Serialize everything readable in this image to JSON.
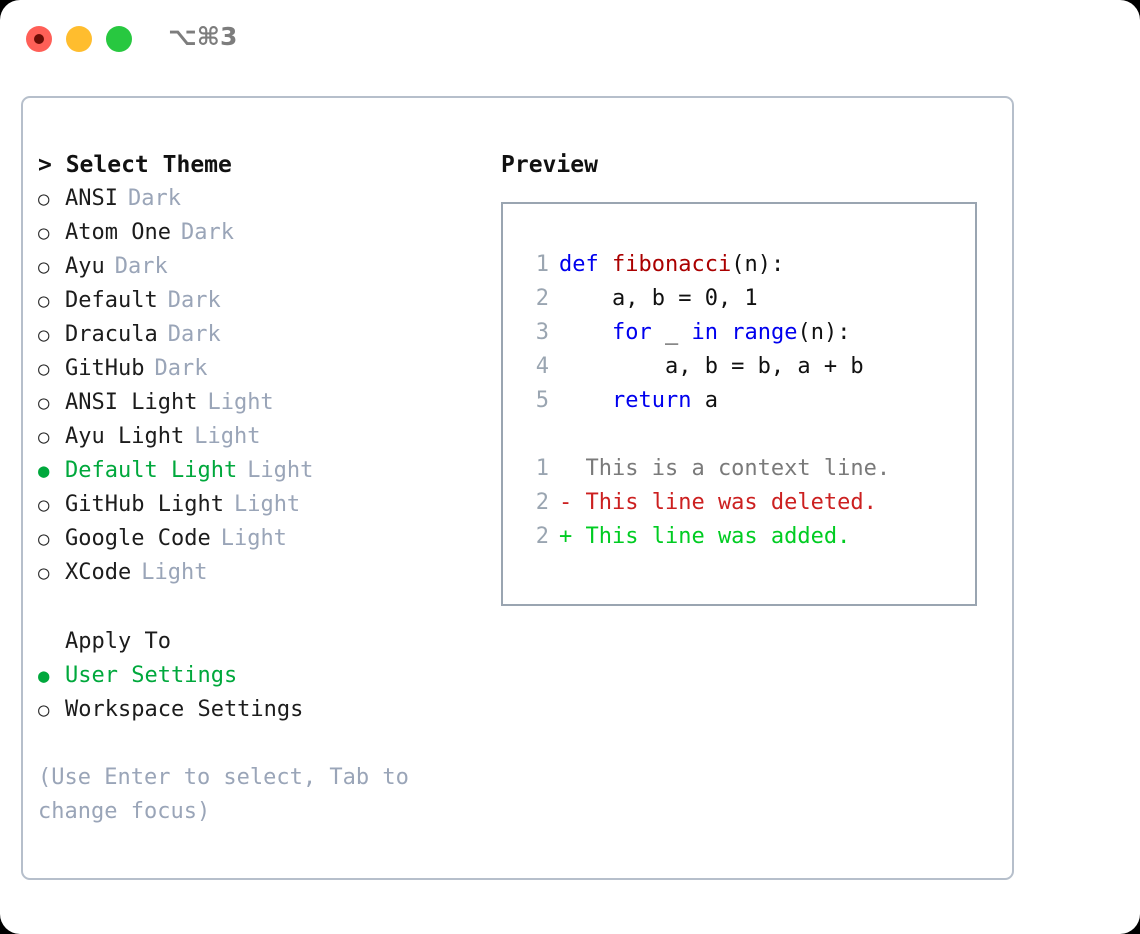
{
  "titlebar": {
    "shortcut": "⌥⌘3",
    "buttons": {
      "close": "close-dot",
      "minimize": "minimize-dot",
      "maximize": "maximize-dot"
    }
  },
  "theme_panel": {
    "heading": "> Select Theme",
    "selected_marker": "●",
    "unselected_marker": "○",
    "selected_color": "#00a83c",
    "tag_color": "#9aa5b8",
    "items": [
      {
        "marker": "○",
        "name": "ANSI",
        "tag": "Dark",
        "selected": false
      },
      {
        "marker": "○",
        "name": "Atom One",
        "tag": "Dark",
        "selected": false
      },
      {
        "marker": "○",
        "name": "Ayu",
        "tag": "Dark",
        "selected": false
      },
      {
        "marker": "○",
        "name": "Default",
        "tag": "Dark",
        "selected": false
      },
      {
        "marker": "○",
        "name": "Dracula",
        "tag": "Dark",
        "selected": false
      },
      {
        "marker": "○",
        "name": "GitHub",
        "tag": "Dark",
        "selected": false
      },
      {
        "marker": "○",
        "name": "ANSI Light",
        "tag": "Light",
        "selected": false
      },
      {
        "marker": "○",
        "name": "Ayu Light",
        "tag": "Light",
        "selected": false
      },
      {
        "marker": "●",
        "name": "Default Light",
        "tag": "Light",
        "selected": true
      },
      {
        "marker": "○",
        "name": "GitHub Light",
        "tag": "Light",
        "selected": false
      },
      {
        "marker": "○",
        "name": "Google Code",
        "tag": "Light",
        "selected": false
      },
      {
        "marker": "○",
        "name": "XCode",
        "tag": "Light",
        "selected": false
      }
    ]
  },
  "apply_to": {
    "heading": "Apply To",
    "options": [
      {
        "marker": "●",
        "label": "User Settings",
        "selected": true
      },
      {
        "marker": "○",
        "label": "Workspace Settings",
        "selected": false
      }
    ]
  },
  "hint": "(Use Enter to select, Tab to change focus)",
  "preview": {
    "heading": "Preview",
    "code_lines": [
      {
        "num": "1",
        "tokens": [
          {
            "t": "def ",
            "c": "kw"
          },
          {
            "t": "fibonacci",
            "c": "fn"
          },
          {
            "t": "(n):",
            "c": "plain"
          }
        ]
      },
      {
        "num": "2",
        "tokens": [
          {
            "t": "    a, b = 0, 1",
            "c": "plain"
          }
        ]
      },
      {
        "num": "3",
        "tokens": [
          {
            "t": "    ",
            "c": "plain"
          },
          {
            "t": "for",
            "c": "kw"
          },
          {
            "t": " _ ",
            "c": "plain"
          },
          {
            "t": "in ",
            "c": "kw"
          },
          {
            "t": "range",
            "c": "kw"
          },
          {
            "t": "(n):",
            "c": "plain"
          }
        ]
      },
      {
        "num": "4",
        "tokens": [
          {
            "t": "        a, b = b, a + b",
            "c": "plain"
          }
        ]
      },
      {
        "num": "5",
        "tokens": [
          {
            "t": "    ",
            "c": "plain"
          },
          {
            "t": "return",
            "c": "kw"
          },
          {
            "t": " a",
            "c": "plain"
          }
        ]
      }
    ],
    "diff_lines": [
      {
        "num": "1",
        "text": "  This is a context line.",
        "kind": "ctx"
      },
      {
        "num": "2",
        "text": "- This line was deleted.",
        "kind": "del"
      },
      {
        "num": "2",
        "text": "+ This line was added.",
        "kind": "add"
      }
    ]
  }
}
